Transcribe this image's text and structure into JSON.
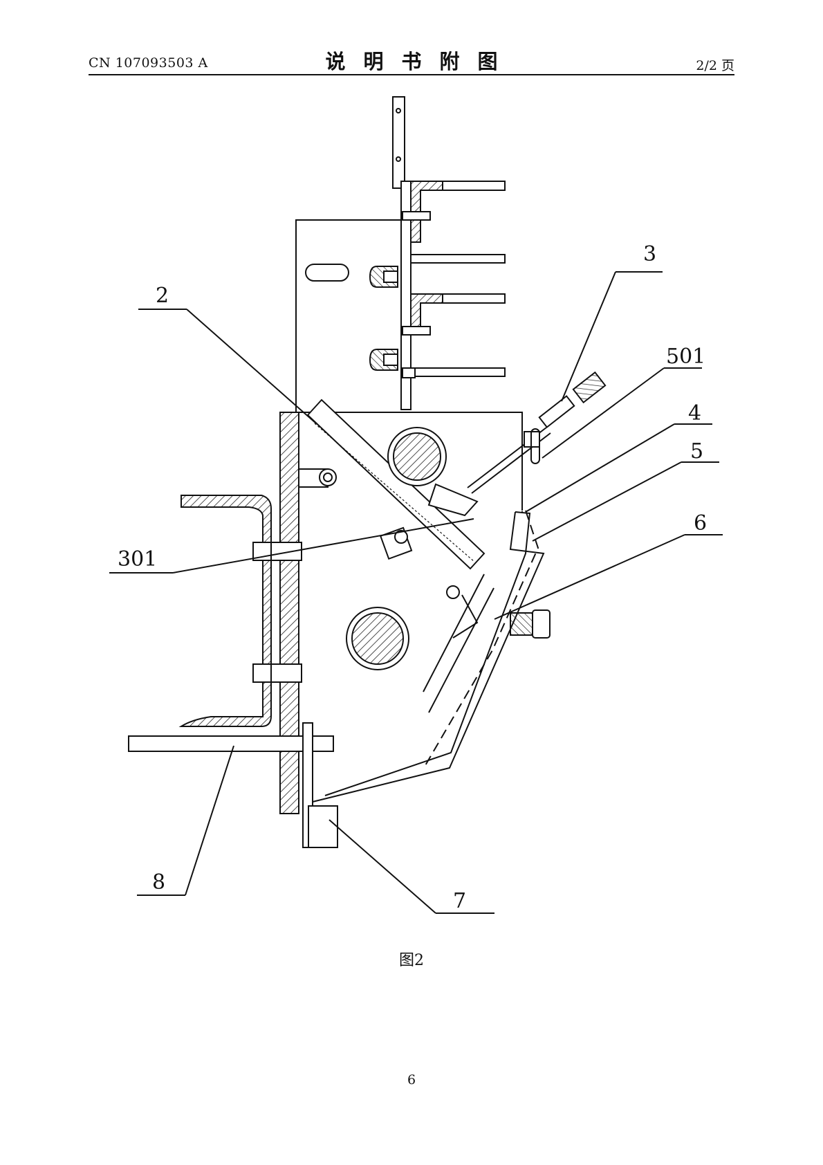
{
  "header": {
    "doc_number": "CN 107093503 A",
    "title": "说明书附图",
    "page_of": "2/2 页"
  },
  "figure": {
    "caption": "图2",
    "labels": {
      "l2": "2",
      "l3": "3",
      "l501": "501",
      "l4": "4",
      "l5": "5",
      "l6": "6",
      "l301": "301",
      "l8": "8",
      "l7": "7"
    }
  },
  "footer": {
    "page_number": "6"
  }
}
